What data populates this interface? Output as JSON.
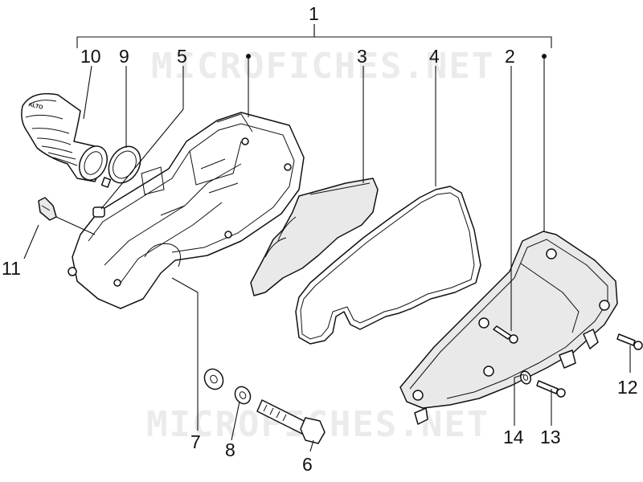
{
  "watermark": {
    "top": "MICROFICHES.NET",
    "bottom": "MICROFICHES.NET"
  },
  "callouts": {
    "c1": "1",
    "c2": "2",
    "c3": "3",
    "c4": "4",
    "c5": "5",
    "c6": "6",
    "c7": "7",
    "c8": "8",
    "c9": "9",
    "c10": "10",
    "c11": "11",
    "c12": "12",
    "c13": "13",
    "c14": "14"
  },
  "intake_label": "ALTO"
}
